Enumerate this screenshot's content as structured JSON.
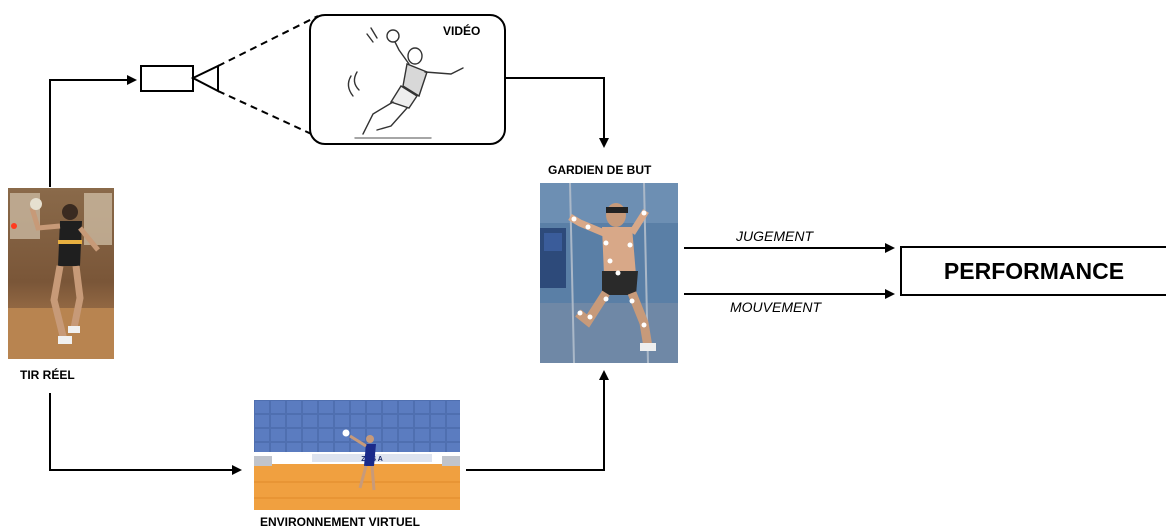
{
  "nodes": {
    "video": {
      "label": "VIDÉO"
    },
    "real_shot": {
      "label": "TIR RÉEL"
    },
    "goalkeeper": {
      "label": "GARDIEN DE BUT"
    },
    "virtual_env": {
      "label": "ENVIRONNEMENT VIRTUEL",
      "banner": "Z I S A"
    },
    "performance": {
      "label": "PERFORMANCE"
    }
  },
  "edges": {
    "judgement": {
      "label": "JUGEMENT"
    },
    "movement": {
      "label": "MOUVEMENT"
    }
  }
}
